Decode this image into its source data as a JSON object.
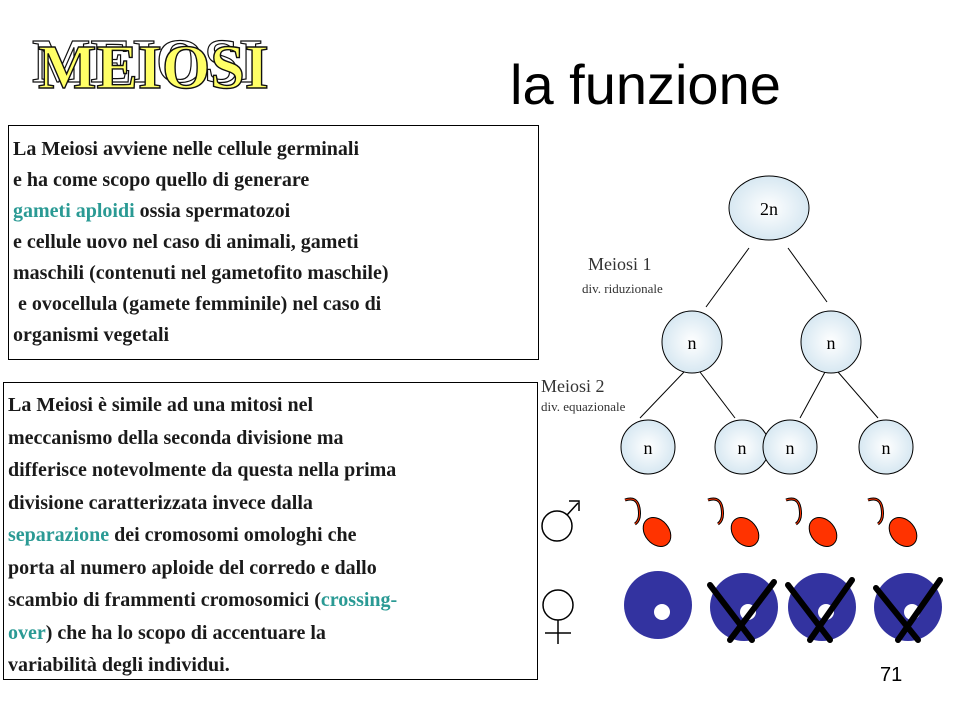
{
  "header": {
    "logo_text": "MEIOSI",
    "title": "la funzione"
  },
  "box1": {
    "line1": "La Meiosi avviene nelle cellule germinali",
    "line2": "e ha come scopo quello di generare",
    "line3_hl": "gameti aploidi",
    "line3_rest": " ossia spermatozoi",
    "line4": "e cellule uovo nel caso di  animali,  gameti",
    "line5": "maschili (contenuti nel gametofito maschile)",
    "line6": " e ovocellula (gamete femminile) nel caso di",
    "line7": "organismi vegetali"
  },
  "box2": {
    "line1": "La Meiosi è simile ad una mitosi nel",
    "line2": "meccanismo della seconda divisione ma",
    "line3": "differisce notevolmente da questa nella prima",
    "line4": "divisione caratterizzata invece dalla",
    "line5_hl": "separazione",
    "line5_rest": " dei cromosomi omologhi che",
    "line6": "porta al numero aploide del corredo e dallo",
    "line7_pre": "scambio di frammenti cromosomici (",
    "line7_hl": "crossing-",
    "line8_hl": "over",
    "line8_rest": ") che ha lo scopo di accentuare la",
    "line9": "variabilità degli individui."
  },
  "diagram": {
    "root_label": "2n",
    "level1_labels": [
      "n",
      "n"
    ],
    "level2_labels": [
      "n",
      "n",
      "n",
      "n"
    ],
    "meiosi1_label": "Meiosi 1",
    "meiosi1_sub": "div. riduzionale",
    "meiosi2_label": "Meiosi 2",
    "meiosi2_sub": "div. equazionale",
    "sperm_color": "#ff3300",
    "egg_color": "#3333a0",
    "cross_color": "#000000"
  },
  "footer": {
    "page_number": "71"
  },
  "colors": {
    "highlight": "#2a9a94",
    "logo_fill": "#ffff66"
  }
}
